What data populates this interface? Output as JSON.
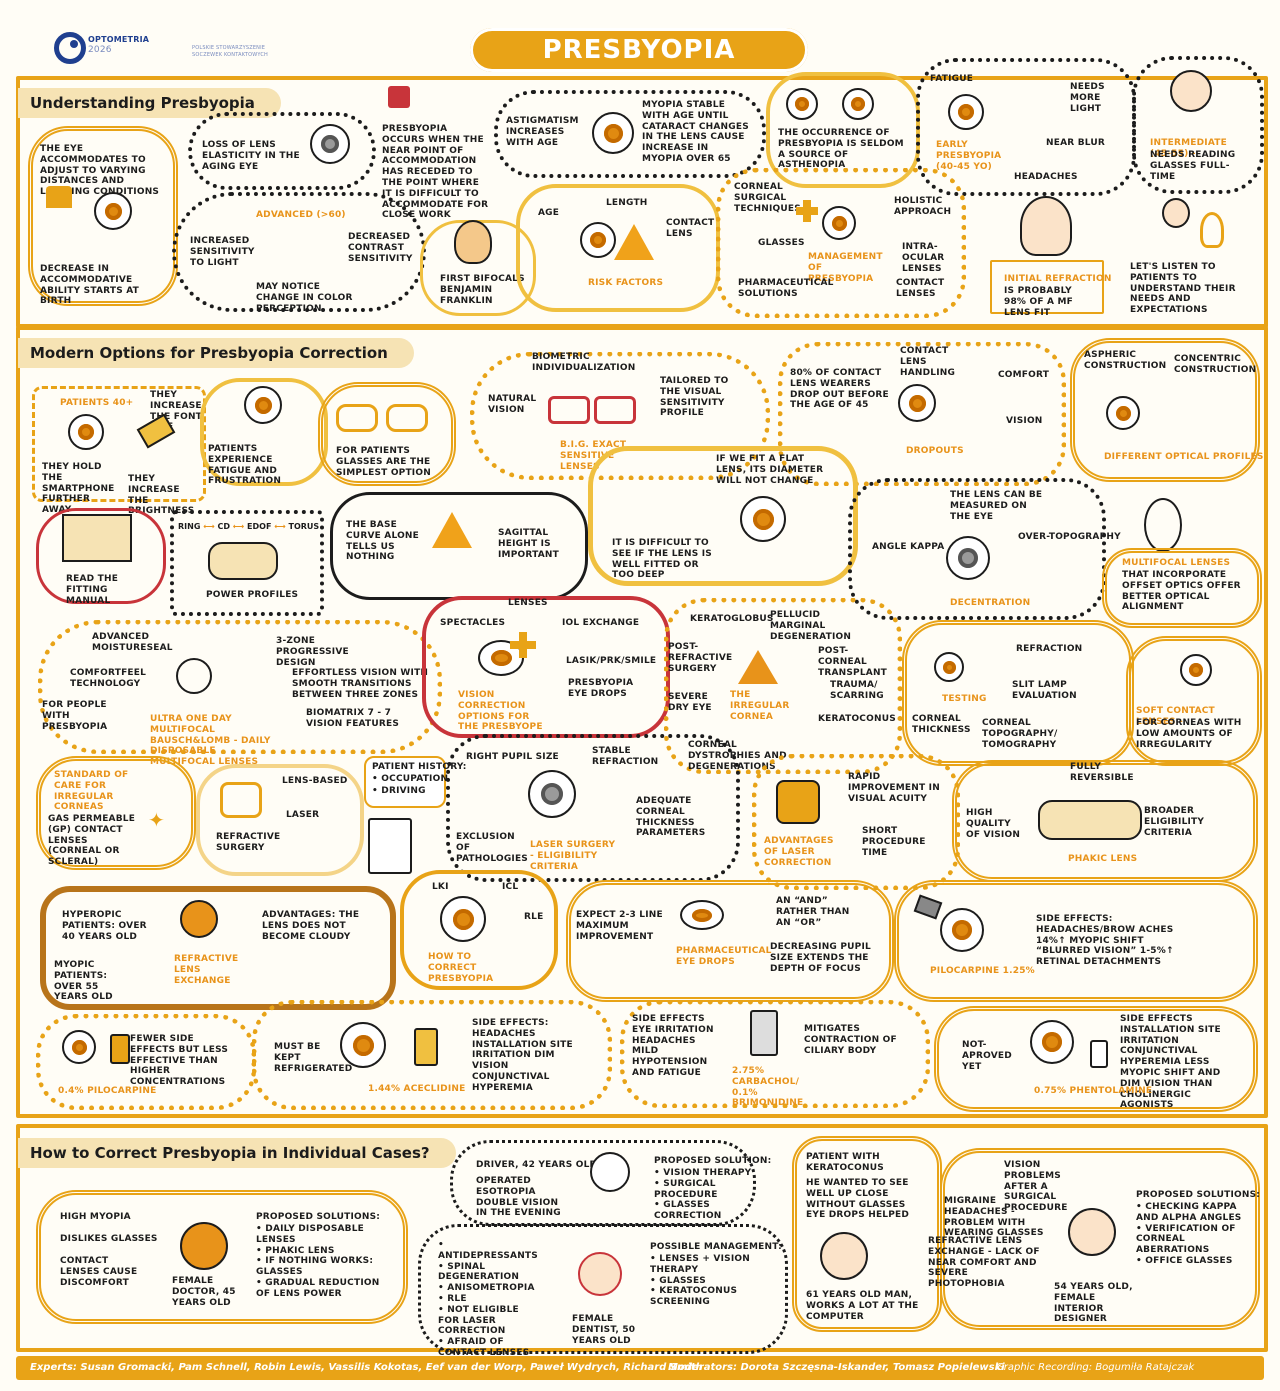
{
  "logos": {
    "optometria_name": "OPTOMETRIA",
    "optometria_year": "2026",
    "partner_line1": "POLSKIE STOWARZYSZENIE",
    "partner_line2": "SOCZEWEK KONTAKTOWYCH"
  },
  "title": "PRESBYOPIA",
  "sections": {
    "understanding": "Understanding Presbyopia",
    "modern": "Modern Options for Presbyopia Correction",
    "individual": "How to Correct Presbyopia in Individual Cases?"
  },
  "understanding": {
    "accommodates": "THE EYE ACCOMMODATES TO ADJUST TO VARYING DISTANCES AND LIGHTING CONDITIONS",
    "decrease_birth": "DECREASE IN ACCOMMODATIVE ABILITY STARTS AT BIRTH",
    "loss_elasticity": "LOSS OF LENS ELASTICITY IN THE AGING EYE",
    "occurs_when": "PRESBYOPIA OCCURS WHEN THE NEAR POINT OF ACCOMMODATION HAS RECEDED TO THE POINT WHERE IT IS DIFFICULT TO ACCOMMODATE FOR CLOSE WORK",
    "astigmatism": "ASTIGMATISM INCREASES WITH AGE",
    "myopia_stable": "MYOPIA STABLE WITH AGE UNTIL CATARACT CHANGES IN THE LENS CAUSE INCREASE IN MYOPIA OVER 65",
    "asthenopia": "THE OCCURRENCE OF PRESBYOPIA IS SELDOM A SOURCE OF ASTHENOPIA",
    "fatigue": "FATIGUE",
    "needs_light": "NEEDS MORE LIGHT",
    "early": "EARLY PRESBYOPIA (40-45 YO)",
    "near_blur": "NEAR BLUR",
    "headaches": "HEADACHES",
    "intermediate": "INTERMEDIATE (45-55) -",
    "intermediate_rest": "NEEDS READING GLASSES FULL-TIME",
    "advanced": "ADVANCED (>60)",
    "sensitivity_light": "INCREASED SENSITIVITY TO LIGHT",
    "decreased_contrast": "DECREASED CONTRAST SENSITIVITY",
    "color_perception": "MAY NOTICE CHANGE IN COLOR PERCEPTION",
    "bifocals": "FIRST BIFOCALS BENJAMIN FRANKLIN",
    "age": "AGE",
    "length": "LENGTH",
    "contact_lens": "CONTACT LENS",
    "risk_factors": "RISK FACTORS",
    "corneal_surgical": "CORNEAL SURGICAL TECHNIQUES",
    "holistic": "HOLISTIC APPROACH",
    "glasses": "GLASSES",
    "management": "MANAGEMENT OF PRESBYOPIA",
    "intraocular": "INTRA-OCULAR LENSES",
    "pharmaceutical": "PHARMACEUTICAL SOLUTIONS",
    "contact_lenses": "CONTACT LENSES",
    "initial_refraction": "INITIAL REFRACTION",
    "initial_rest": "IS PROBABLY 98% OF A MF LENS FIT",
    "listen": "LET'S LISTEN TO PATIENTS TO UNDERSTAND THEIR NEEDS AND EXPECTATIONS"
  },
  "modern": {
    "patients40": "PATIENTS 40+",
    "font_size": "THEY INCREASE THE FONT SIZE",
    "hold_phone": "THEY HOLD THE SMARTPHONE FURTHER AWAY",
    "brightness": "THEY INCREASE THE BRIGHTNESS",
    "fatigue_frustration": "PATIENTS EXPERIENCE FATIGUE AND FRUSTRATION",
    "glasses_simplest": "FOR PATIENTS GLASSES ARE THE SIMPLEST OPTION",
    "biometric": "BIOMETRIC INDIVIDUALIZATION",
    "natural_vision": "NATURAL VISION",
    "tailored": "TAILORED TO THE VISUAL SENSITIVITY PROFILE",
    "big_exact": "B.I.G. EXACT SENSITIVE LENSES",
    "dropouts_80": "80% OF CONTACT LENS WEARERS DROP OUT BEFORE THE AGE OF 45",
    "cl_handling": "CONTACT LENS HANDLING",
    "comfort": "COMFORT",
    "vision": "VISION",
    "dropouts": "DROPOUTS",
    "aspheric": "ASPHERIC CONSTRUCTION",
    "concentric": "CONCENTRIC CONSTRUCTION",
    "optical_profiles": "DIFFERENT OPTICAL PROFILES",
    "flat_lens": "IF WE FIT A FLAT LENS, ITS DIAMETER WILL NOT CHANGE",
    "difficult_see": "IT IS DIFFICULT TO SEE IF THE LENS IS WELL FITTED OR TOO DEEP",
    "base_curve": "THE BASE CURVE ALONE TELLS US NOTHING",
    "sagittal": "SAGITTAL HEIGHT IS IMPORTANT",
    "read_manual": "READ THE FITTING MANUAL",
    "ring": "RING",
    "cd": "CD",
    "edof": "EDOF",
    "torus": "TORUS",
    "power_profiles": "POWER PROFILES",
    "measured": "THE LENS CAN BE MEASURED ON THE EYE",
    "angle_kappa": "ANGLE KAPPA",
    "over_topo": "OVER-TOPOGRAPHY",
    "decentration": "DECENTRATION",
    "multifocal_offset_o": "MULTIFOCAL LENSES",
    "multifocal_offset": "THAT INCORPORATE OFFSET OPTICS OFFER BETTER OPTICAL ALIGNMENT",
    "adv_moisture": "ADVANCED MOISTURESEAL",
    "three_zone": "3-ZONE PROGRESSIVE DESIGN",
    "comfortfeel": "COMFORTFEEL TECHNOLOGY",
    "effortless": "EFFORTLESS VISION WITH SMOOTH TRANSITIONS BETWEEN THREE ZONES",
    "for_people": "FOR PEOPLE WITH PRESBYOPIA",
    "ultra_one": "ULTRA ONE DAY MULTIFOCAL BAUSCH&LOMB - DAILY DISPOSABLE MULTIFOCAL LENSES",
    "biomatrix": "BIOMATRIX 7 - 7 VISION FEATURES",
    "lenses": "LENSES",
    "spectacles": "SPECTACLES",
    "iol": "IOL EXCHANGE",
    "lasik": "LASIK/PRK/SMILE",
    "drops": "PRESBYOPIA EYE DROPS",
    "vision_correction": "VISION CORRECTION OPTIONS FOR THE PRESBYOPE",
    "keratoglobus": "KERATOGLOBUS",
    "pellucid": "PELLUCID MARGINAL DEGENERATION",
    "post_refractive": "POST-REFRACTIVE SURGERY",
    "post_corneal": "POST-CORNEAL TRANSPLANT",
    "irregular": "THE IRREGULAR CORNEA",
    "trauma": "TRAUMA/ SCARRING",
    "severe_dry": "SEVERE DRY EYE",
    "keratoconus": "KERATOCONUS",
    "dystrophies": "CORNEAL DYSTROPHIES AND DEGENERATIONS",
    "refraction": "REFRACTION",
    "testing": "TESTING",
    "slit_lamp": "SLIT LAMP EVALUATION",
    "corneal_thickness": "CORNEAL THICKNESS",
    "corneal_topo": "CORNEAL TOPOGRAPHY/ TOMOGRAPHY",
    "soft_cl_o": "SOFT CONTACT LENSES -",
    "soft_cl": "FOR CORNEAS WITH LOW AMOUNTS OF IRREGULARITY",
    "standard_care": "STANDARD OF CARE FOR IRREGULAR CORNEAS",
    "gp": "GAS PERMEABLE (GP) CONTACT LENSES (CORNEAL OR SCLERAL)",
    "lens_based": "LENS-BASED",
    "laser": "LASER",
    "refractive_surgery": "REFRACTIVE SURGERY",
    "history_title": "PATIENT HISTORY:",
    "history_items": [
      "OCCUPATION",
      "DRIVING"
    ],
    "right_pupil": "RIGHT PUPIL SIZE",
    "stable_refraction": "STABLE REFRACTION",
    "adequate": "ADEQUATE CORNEAL THICKNESS PARAMETERS",
    "exclusion": "EXCLUSION OF PATHOLOGIES",
    "laser_criteria": "LASER SURGERY - ELIGIBILITY CRITERIA",
    "rapid": "RAPID IMPROVEMENT IN VISUAL ACUITY",
    "short": "SHORT PROCEDURE TIME",
    "adv_laser": "ADVANTAGES OF LASER CORRECTION",
    "fully_rev": "FULLY REVERSIBLE",
    "high_quality": "HIGH QUALITY OF VISION",
    "broader": "BROADER ELIGIBILITY CRITERIA",
    "phakic": "PHAKIC LENS",
    "hyperopic": "HYPEROPIC PATIENTS: OVER 40 YEARS OLD",
    "adv_lens": "ADVANTAGES: THE LENS DOES NOT BECOME CLOUDY",
    "myopic": "MYOPIC PATIENTS: OVER 55 YEARS OLD",
    "rle_title": "REFRACTIVE LENS EXCHANGE",
    "lki": "LKI",
    "icl": "ICL",
    "rle": "RLE",
    "how_correct": "HOW TO CORRECT PRESBYOPIA",
    "expect": "EXPECT 2-3 LINE MAXIMUM IMPROVEMENT",
    "and_not_or": "AN “AND” RATHER THAN AN “OR”",
    "pharm_drops": "PHARMACEUTICAL EYE DROPS",
    "decreasing_pupil": "DECREASING PUPIL SIZE EXTENDS THE DEPTH OF FOCUS",
    "side_effects_pilo": "SIDE EFFECTS: HEADACHES/BROW ACHES 14%↑ MYOPIC SHIFT “BLURRED VISION” 1-5%↑ RETINAL DETACHMENTS",
    "pilo125": "PILOCARPINE 1.25%",
    "fewer": "FEWER SIDE EFFECTS BUT LESS EFFECTIVE THAN HIGHER CONCENTRATIONS",
    "pilo04": "0.4% PILOCARPINE",
    "refrigerated": "MUST BE KEPT REFRIGERATED",
    "side_acec": "SIDE EFFECTS: HEADACHES INSTALLATION SITE IRRITATION DIM VISION CONJUNCTIVAL HYPEREMIA",
    "aceclidine": "1.44% ACECLIDINE",
    "side_carb": "SIDE EFFECTS EYE IRRITATION HEADACHES MILD HYPOTENSION AND FATIGUE",
    "ciliary": "MITIGATES CONTRACTION OF CILIARY BODY",
    "carbachol": "2.75% CARBACHOL/ 0.1% BRIMONIDINE",
    "not_aproved": "NOT-APROVED YET",
    "side_phent": "SIDE EFFECTS INSTALLATION SITE IRRITATION CONJUNCTIVAL HYPEREMIA LESS MYOPIC SHIFT AND DIM VISION THAN CHOLINERGIC AGONISTS",
    "phentolamine": "0.75% PHENTOLAMINE"
  },
  "cases": {
    "c1_left": [
      "HIGH MYOPIA",
      "DISLIKES GLASSES",
      "CONTACT LENSES CAUSE DISCOMFORT"
    ],
    "c1_title": "PROPOSED SOLUTIONS:",
    "c1_items": [
      "DAILY DISPOSABLE LENSES",
      "PHAKIC LENS",
      "IF NOTHING WORKS: GLASSES",
      "GRADUAL REDUCTION OF LENS POWER"
    ],
    "c1_person": "FEMALE DOCTOR, 45 YEARS OLD",
    "c2_top": "DRIVER, 42 YEARS OLD",
    "c2_desc": "OPERATED ESOTROPIA DOUBLE VISION IN THE EVENING",
    "c2_title": "PROPOSED SOLUTION:",
    "c2_items": [
      "VISION THERAPY",
      "SURGICAL PROCEDURE",
      "GLASSES CORRECTION"
    ],
    "c3_left": [
      "ANTIDEPRESSANTS",
      "SPINAL DEGENERATION",
      "ANISOMETROPIA",
      "RLE",
      "NOT ELIGIBLE FOR LASER CORRECTION",
      "AFRAID OF CONTACT LENSES"
    ],
    "c3_title": "POSSIBLE MANAGEMENT:",
    "c3_items": [
      "LENSES + VISION THERAPY",
      "GLASSES",
      "KERATOCONUS SCREENING"
    ],
    "c3_person": "FEMALE DENTIST, 50 YEARS OLD",
    "c4_text": [
      "PATIENT WITH KERATOCONUS",
      "HE WANTED TO SEE WELL UP CLOSE WITHOUT GLASSES",
      "EYE DROPS HELPED"
    ],
    "c4_person": "61 YEARS OLD MAN, WORKS A LOT AT THE COMPUTER",
    "c5_top": "VISION PROBLEMS AFTER A SURGICAL PROCEDURE",
    "c5_migraine": "MIGRAINE HEADACHES - PROBLEM WITH WEARING GLASSES",
    "c5_rle": "REFRACTIVE LENS EXCHANGE - LACK OF NEAR COMFORT AND SEVERE PHOTOPHOBIA",
    "c5_title": "PROPOSED SOLUTIONS:",
    "c5_items": [
      "CHECKING KAPPA AND ALPHA ANGLES",
      "VERIFICATION OF CORNEAL ABERRATIONS",
      "OFFICE GLASSES"
    ],
    "c5_person": "54 YEARS OLD, FEMALE INTERIOR DESIGNER"
  },
  "footer": {
    "experts": "Experts: Susan Gromacki, Pam Schnell, Robin Lewis, Vassilis Kokotas, Eef van der Worp, Paweł Wydrych, Richard Smith",
    "moderators": "Moderators: Dorota Szczęsna-Iskander, Tomasz Popielewski",
    "graphic": "Graphic Recording: Bogumiła Ratajczak"
  },
  "colors": {
    "accent": "#e8a317",
    "red": "#c8343a",
    "dark": "#1c1c1c",
    "bg": "#fffdf6"
  }
}
